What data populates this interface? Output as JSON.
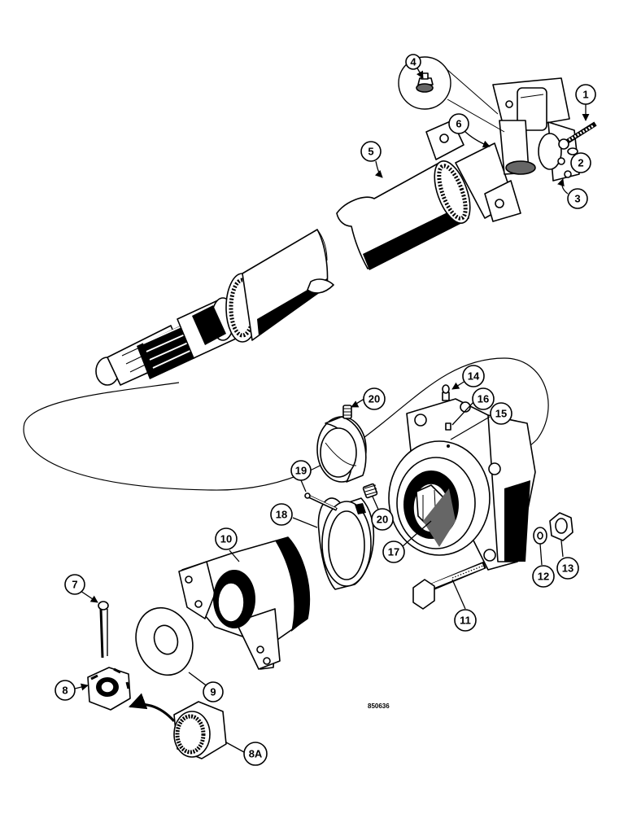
{
  "figure_number": "850636",
  "callouts": {
    "c1": "1",
    "c2": "2",
    "c3": "3",
    "c4": "4",
    "c5": "5",
    "c6": "6",
    "c7": "7",
    "c8": "8",
    "c8a": "8A",
    "c9": "9",
    "c10": "10",
    "c11": "11",
    "c12": "12",
    "c13": "13",
    "c14": "14",
    "c15": "15",
    "c16": "16",
    "c17": "17",
    "c18": "18",
    "c19": "19",
    "c20a": "20",
    "c20b": "20"
  }
}
